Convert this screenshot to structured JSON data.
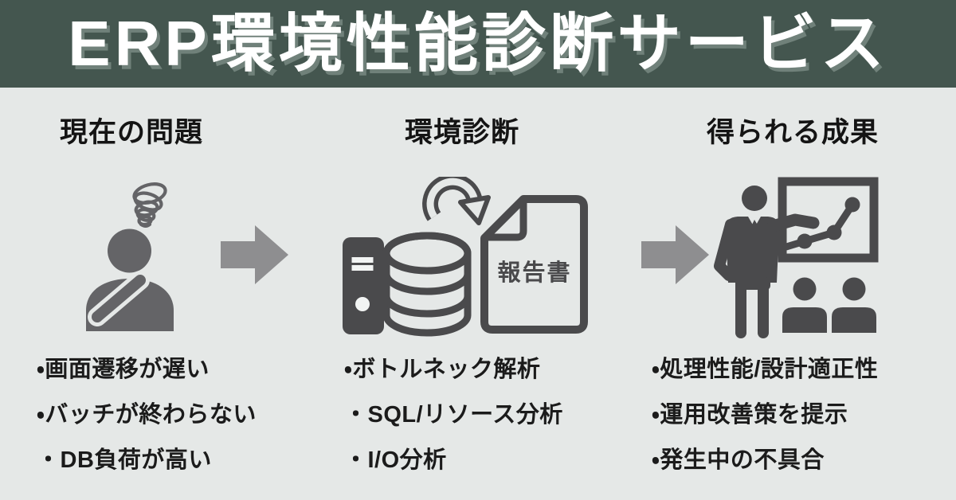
{
  "header": {
    "title": "ERP環境性能診断サービス"
  },
  "columns": [
    {
      "heading": "現在の問題",
      "icon": "confused-person-icon",
      "items": [
        "・画面遷移が遅い",
        "・バッチが終わらない",
        "・DB負荷が高い"
      ]
    },
    {
      "heading": "環境診断",
      "icon": "server-database-report-icon",
      "report_label": "報告書",
      "items": [
        "・ボトルネック解析",
        "・SQL/リソース分析",
        "・I/O分析"
      ]
    },
    {
      "heading": "得られる成果",
      "icon": "presentation-result-icon",
      "items": [
        "・処理性能/設計適正性",
        "・運用改善策を提示",
        "・発生中の不具合"
      ]
    }
  ],
  "colors": {
    "header-bg": "#44564f",
    "header-fg": "#ffffff",
    "bg": "#e5e8e7",
    "text": "#141414",
    "icon-dark": "#4a4a4c",
    "icon-gray": "#646467",
    "arrow": "#8e8e90"
  }
}
